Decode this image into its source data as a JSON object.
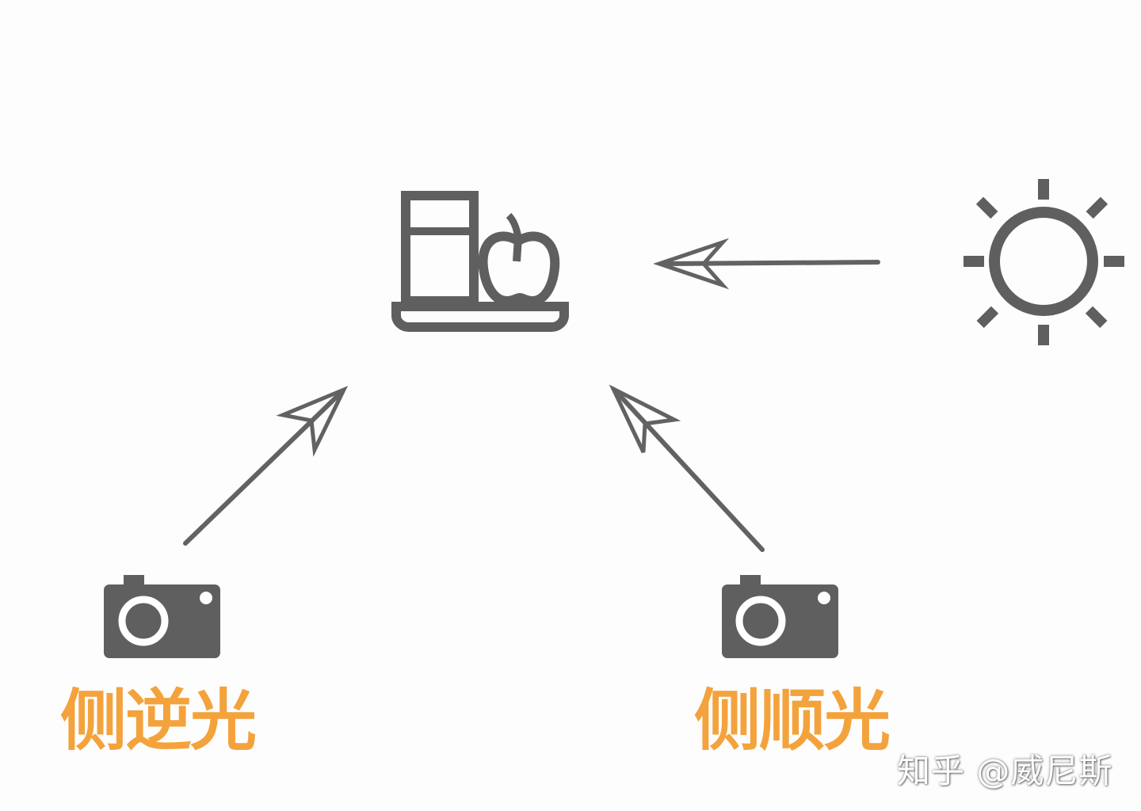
{
  "labels": {
    "left_camera": "侧逆光",
    "right_camera": "侧顺光"
  },
  "watermark": "知乎 @威尼斯",
  "icons": {
    "subject": "food-tray-icon",
    "light_source": "sun-icon",
    "camera": "camera-icon"
  },
  "colors": {
    "icon_gray": "#5f5f5f",
    "label_orange": "#f4a23c",
    "background": "#fdfdfd"
  }
}
